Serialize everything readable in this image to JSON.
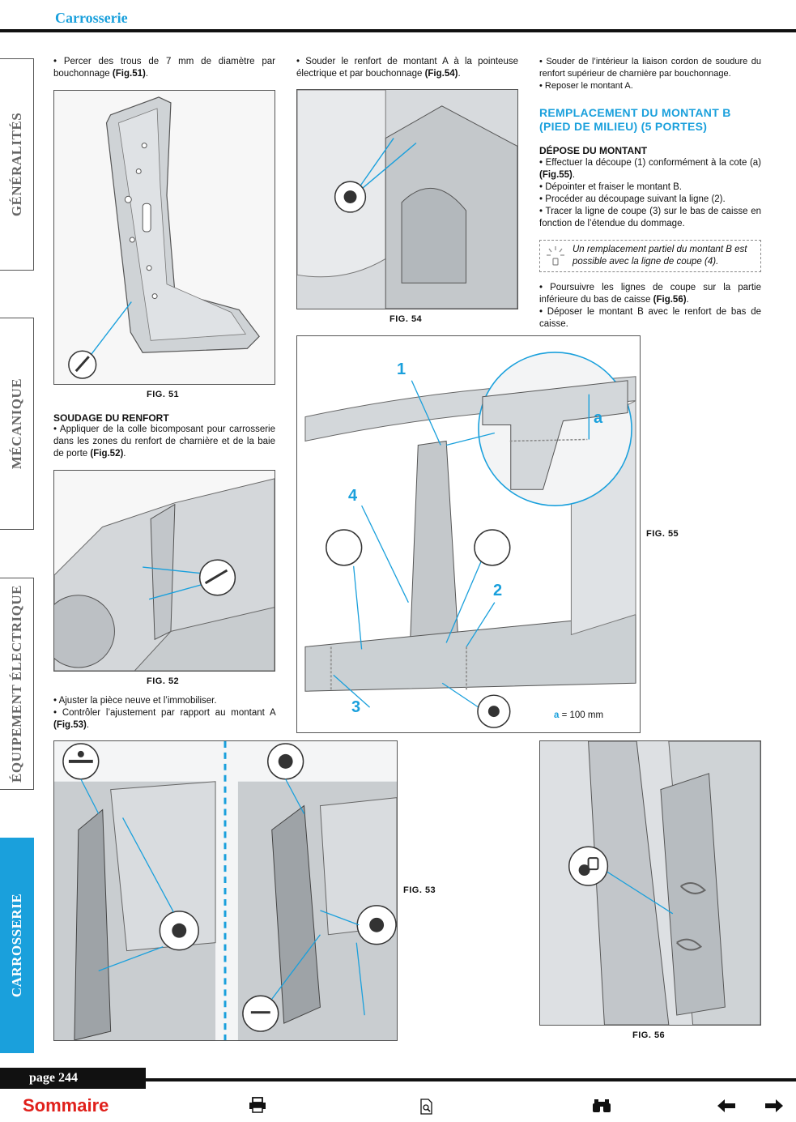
{
  "header": {
    "title": "Carrosserie"
  },
  "sidebar": [
    {
      "label": "GÉNÉRALITÉS",
      "active": false
    },
    {
      "label": "MÉCANIQUE",
      "active": false
    },
    {
      "label": "ÉQUIPEMENT ÉLECTRIQUE",
      "active": false
    },
    {
      "label": "CARROSSERIE",
      "active": true
    }
  ],
  "col1": {
    "p1": "• Percer des trous de 7 mm de diamètre par bouchonnage",
    "p1_ref": "(Fig.51)",
    "fig51": "FIG. 51",
    "h_soudage": "SOUDAGE DU RENFORT",
    "p2": "• Appliquer de la colle bicomposant pour carrosserie dans les zones du renfort de charnière et de la baie de porte",
    "p2_ref": "(Fig.52)",
    "fig52": "FIG. 52",
    "p3": "• Ajuster la pièce neuve et l’immobiliser.",
    "p4": "• Contrôler l’ajustement par rapport au montant A",
    "p4_ref": "(Fig.53)"
  },
  "col2": {
    "p1": "• Souder le renfort de montant A à la pointeuse électrique et par bouchonnage",
    "p1_ref": "(Fig.54)",
    "fig54": "FIG. 54"
  },
  "col3": {
    "p1": "• Souder de l’intérieur la liaison cordon de soudure du renfort supérieur de charnière par bouchonnage.",
    "p2": "• Reposer le montant A.",
    "h_section_1": "REMPLACEMENT DU MONTANT B",
    "h_section_2": "(PIED DE MILIEU) (5 PORTES)",
    "h_depose": "DÉPOSE DU MONTANT",
    "p3": "• Effectuer la découpe (1) conformément à la cote (a)",
    "p3_ref": "(Fig.55)",
    "p4": "• Dépointer et fraiser le montant B.",
    "p5": "• Procéder au découpage suivant la ligne (2).",
    "p6": "• Tracer la ligne de coupe (3) sur le bas de caisse en fonction de l’étendue du dommage.",
    "note": "Un remplacement partiel du montant B est possible avec la ligne de coupe (4).",
    "p7": "• Poursuivre les lignes de coupe sur la partie inférieure du bas de caisse",
    "p7_ref": "(Fig.56)",
    "p8": "• Déposer le montant B avec le renfort de bas de caisse."
  },
  "fig55": {
    "caption": "FIG. 55",
    "callouts": [
      "1",
      "2",
      "3",
      "4",
      "a"
    ],
    "legend_key": "a",
    "legend_value": "= 100 mm"
  },
  "fig53": {
    "caption": "FIG. 53"
  },
  "fig56": {
    "caption": "FIG. 56"
  },
  "footer": {
    "page": "page 244",
    "sommaire": "Sommaire",
    "icons": [
      "printer-icon",
      "document-search-icon",
      "binoculars-icon",
      "arrow-left-icon",
      "arrow-right-icon"
    ]
  },
  "colors": {
    "accent": "#1aa0dc",
    "red": "#e0201b",
    "dark": "#111111"
  }
}
